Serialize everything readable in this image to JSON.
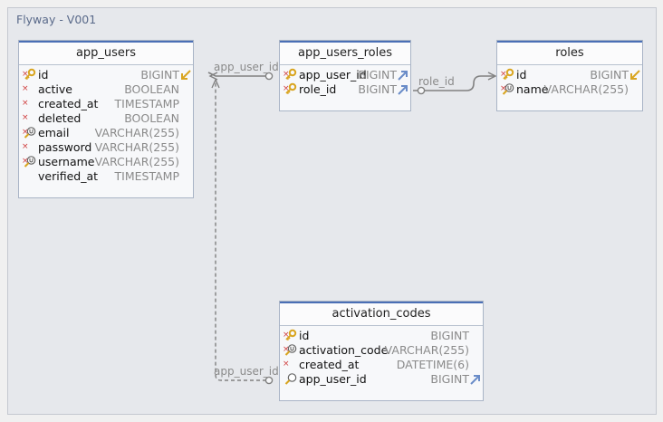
{
  "window": {
    "title": "Flyway - V001"
  },
  "tables": [
    {
      "name": "app_users",
      "columns": [
        {
          "name": "id",
          "type": "BIGINT",
          "required": true,
          "icon": "primary-key-icon",
          "fk_icon": "pk-arrow-icon"
        },
        {
          "name": "active",
          "type": "BOOLEAN",
          "required": true,
          "icon": "",
          "fk_icon": ""
        },
        {
          "name": "created_at",
          "type": "TIMESTAMP",
          "required": true,
          "icon": "",
          "fk_icon": ""
        },
        {
          "name": "deleted",
          "type": "BOOLEAN",
          "required": true,
          "icon": "",
          "fk_icon": ""
        },
        {
          "name": "email",
          "type": "VARCHAR(255)",
          "required": true,
          "icon": "unique-index-icon",
          "fk_icon": ""
        },
        {
          "name": "password",
          "type": "VARCHAR(255)",
          "required": true,
          "icon": "",
          "fk_icon": ""
        },
        {
          "name": "username",
          "type": "VARCHAR(255)",
          "required": true,
          "icon": "unique-index-icon",
          "fk_icon": ""
        },
        {
          "name": "verified_at",
          "type": "TIMESTAMP",
          "required": false,
          "icon": "",
          "fk_icon": ""
        }
      ]
    },
    {
      "name": "app_users_roles",
      "columns": [
        {
          "name": "app_user_id",
          "type": "BIGINT",
          "required": true,
          "icon": "primary-key-icon",
          "fk_icon": "fk-arrow-icon"
        },
        {
          "name": "role_id",
          "type": "BIGINT",
          "required": true,
          "icon": "primary-key-icon",
          "fk_icon": "fk-arrow-icon"
        }
      ]
    },
    {
      "name": "roles",
      "columns": [
        {
          "name": "id",
          "type": "BIGINT",
          "required": true,
          "icon": "primary-key-icon",
          "fk_icon": "pk-arrow-icon"
        },
        {
          "name": "name",
          "type": "VARCHAR(255)",
          "required": true,
          "icon": "unique-index-icon",
          "fk_icon": ""
        }
      ]
    },
    {
      "name": "activation_codes",
      "columns": [
        {
          "name": "id",
          "type": "BIGINT",
          "required": true,
          "icon": "primary-key-icon",
          "fk_icon": ""
        },
        {
          "name": "activation_code",
          "type": "VARCHAR(255)",
          "required": true,
          "icon": "unique-index-icon",
          "fk_icon": ""
        },
        {
          "name": "created_at",
          "type": "DATETIME(6)",
          "required": true,
          "icon": "",
          "fk_icon": ""
        },
        {
          "name": "app_user_id",
          "type": "BIGINT",
          "required": false,
          "icon": "index-icon",
          "fk_icon": "fk-arrow-icon"
        }
      ]
    }
  ],
  "relations": [
    {
      "label": "app_user_id",
      "style": "solid"
    },
    {
      "label": "role_id",
      "style": "solid"
    },
    {
      "label": "app_user_id",
      "style": "dashed"
    }
  ],
  "colors": {
    "accent": "#4a6fb5",
    "required_mark": "#d04040",
    "pk_icon": "#d9a520",
    "fk_icon": "#6a8cc8",
    "relation_line": "#808080"
  }
}
